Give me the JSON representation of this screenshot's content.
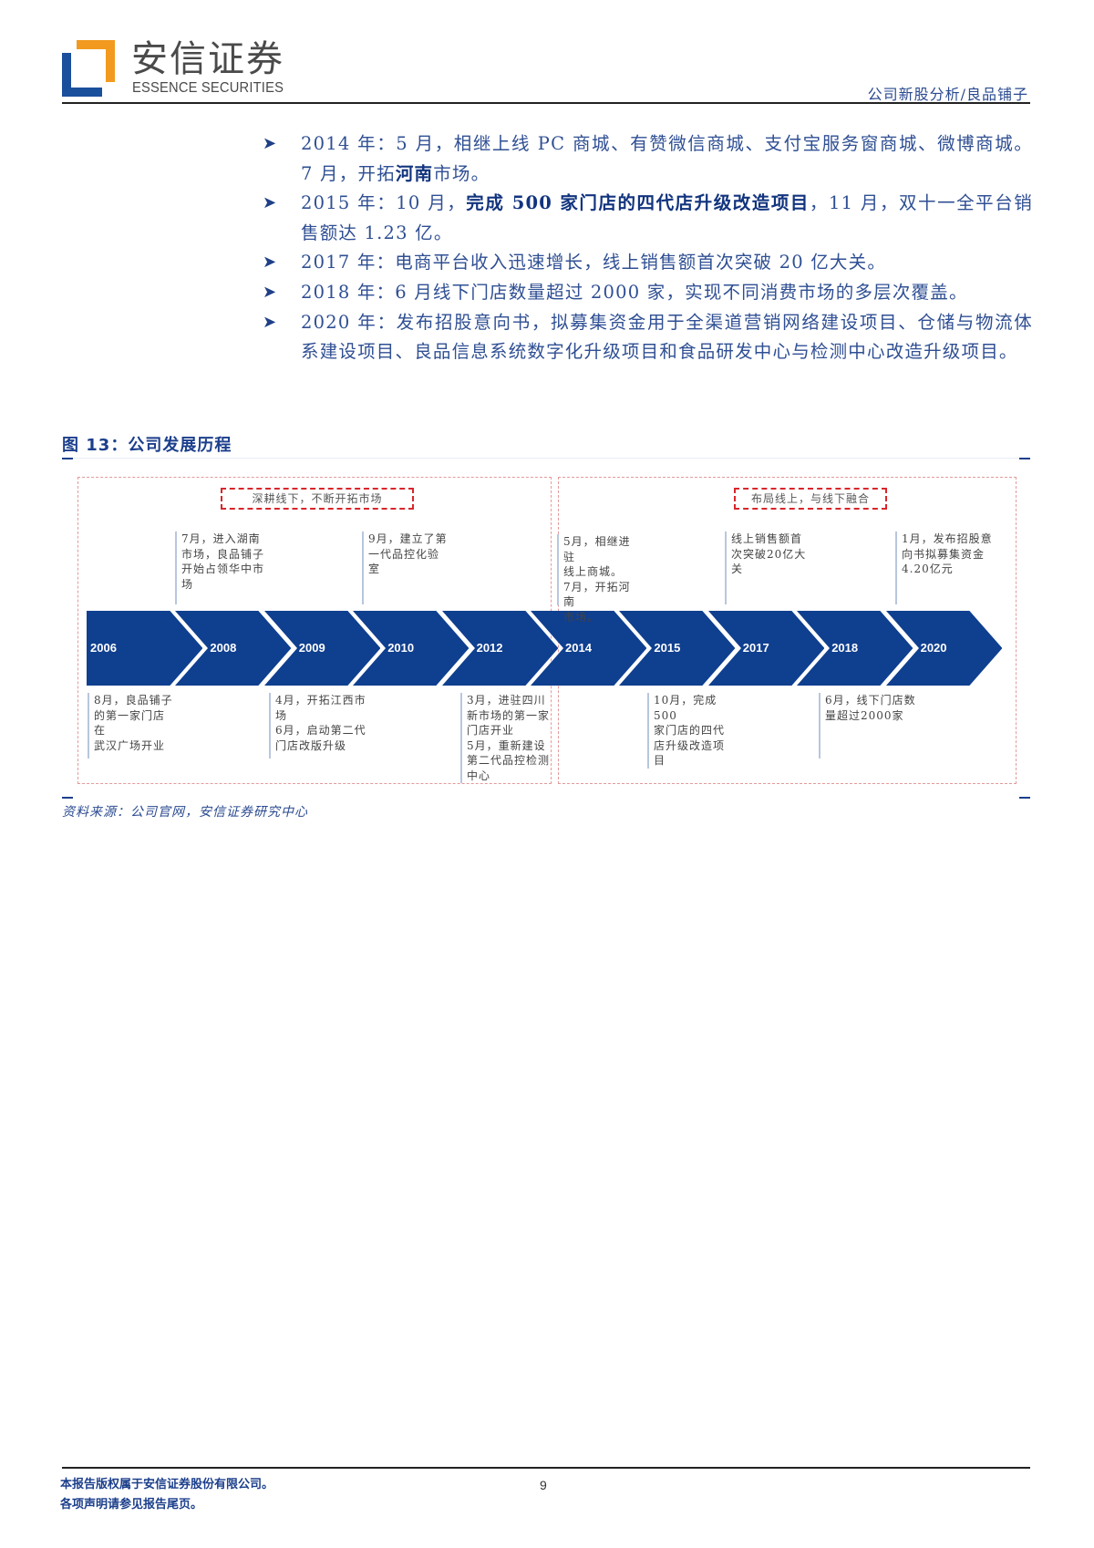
{
  "header": {
    "logo_cn": "安信证券",
    "logo_en": "ESSENCE SECURITIES",
    "logo_colors": {
      "blue": "#1a4f9c",
      "orange": "#f29a1f"
    },
    "right_title": "公司新股分析/良品铺子"
  },
  "bullets": [
    {
      "segments": [
        {
          "text": "2014 年：5 月，相继上线 PC 商城、有赞微信商城、支付宝服务窗商城、微博商城。7 月，开拓",
          "bold": false
        },
        {
          "text": "河南",
          "bold": true
        },
        {
          "text": "市场。",
          "bold": false
        }
      ]
    },
    {
      "segments": [
        {
          "text": "2015 年：10 月，",
          "bold": false
        },
        {
          "text": "完成 500 家门店的四代店升级改造项目",
          "bold": true
        },
        {
          "text": "，11 月，双十一全平台销售额达 1.23 亿。",
          "bold": false
        }
      ]
    },
    {
      "segments": [
        {
          "text": "2017 年：电商平台收入迅速增长，线上销售额首次突破 20 亿大关。",
          "bold": false
        }
      ]
    },
    {
      "segments": [
        {
          "text": "2018 年：6 月线下门店数量超过 2000 家，实现不同消费市场的多层次覆盖。",
          "bold": false
        }
      ]
    },
    {
      "segments": [
        {
          "text": "2020 年：发布招股意向书，拟募集资金用于全渠道营销网络建设项目、仓储与物流体系建设项目、良品信息系统数字化升级项目和食品研发中心与检测中心改造升级项目。",
          "bold": false
        }
      ]
    }
  ],
  "bullet_icon": "arrowhead-bullet-icon",
  "figure": {
    "caption": "图 13：公司发展历程",
    "phases": [
      {
        "label": "深耕线下，不断开拓市场"
      },
      {
        "label": "布局线上，与线下融合"
      }
    ],
    "timeline_color": "#0f3f8f",
    "years": [
      "2006",
      "2008",
      "2009",
      "2010",
      "2012",
      "2014",
      "2015",
      "2017",
      "2018",
      "2020"
    ],
    "notes_top": [
      {
        "year": "2008",
        "lines": [
          "7月，进入湖南",
          "市场，良品铺子",
          "开始占领华中市",
          "场"
        ]
      },
      {
        "year": "2010",
        "lines": [
          "9月，建立了第",
          "一代品控化验室"
        ]
      },
      {
        "year": "2014",
        "lines": [
          "5月，相继进驻",
          "线上商城。",
          "7月，开拓河南",
          "市场。"
        ]
      },
      {
        "year": "2017",
        "lines": [
          "线上销售额首",
          "次突破20亿大",
          "关"
        ]
      },
      {
        "year": "2020",
        "lines": [
          "1月，发布招股意",
          "向书拟募集资金",
          "4.20亿元"
        ]
      }
    ],
    "notes_bottom": [
      {
        "year": "2006",
        "lines": [
          "8月，良品铺子",
          "的第一家门店在",
          "武汉广场开业"
        ]
      },
      {
        "year": "2009",
        "lines": [
          "4月，开拓江西市",
          "场",
          "6月，启动第二代",
          "门店改版升级"
        ]
      },
      {
        "year": "2012",
        "lines": [
          "3月，进驻四川",
          "新市场的第一家",
          "门店开业",
          "5月，重新建设",
          "第二代品控检测",
          "中心"
        ]
      },
      {
        "year": "2015",
        "lines": [
          "10月，完成500",
          "家门店的四代",
          "店升级改造项",
          "目"
        ]
      },
      {
        "year": "2018",
        "lines": [
          "6月，线下门店数",
          "量超过2000家"
        ]
      }
    ],
    "source": "资料来源：公司官网，安信证券研究中心"
  },
  "footer": {
    "line1": "本报告版权属于安信证券股份有限公司。",
    "line2": "各项声明请参见报告尾页。",
    "page_number": "9"
  }
}
